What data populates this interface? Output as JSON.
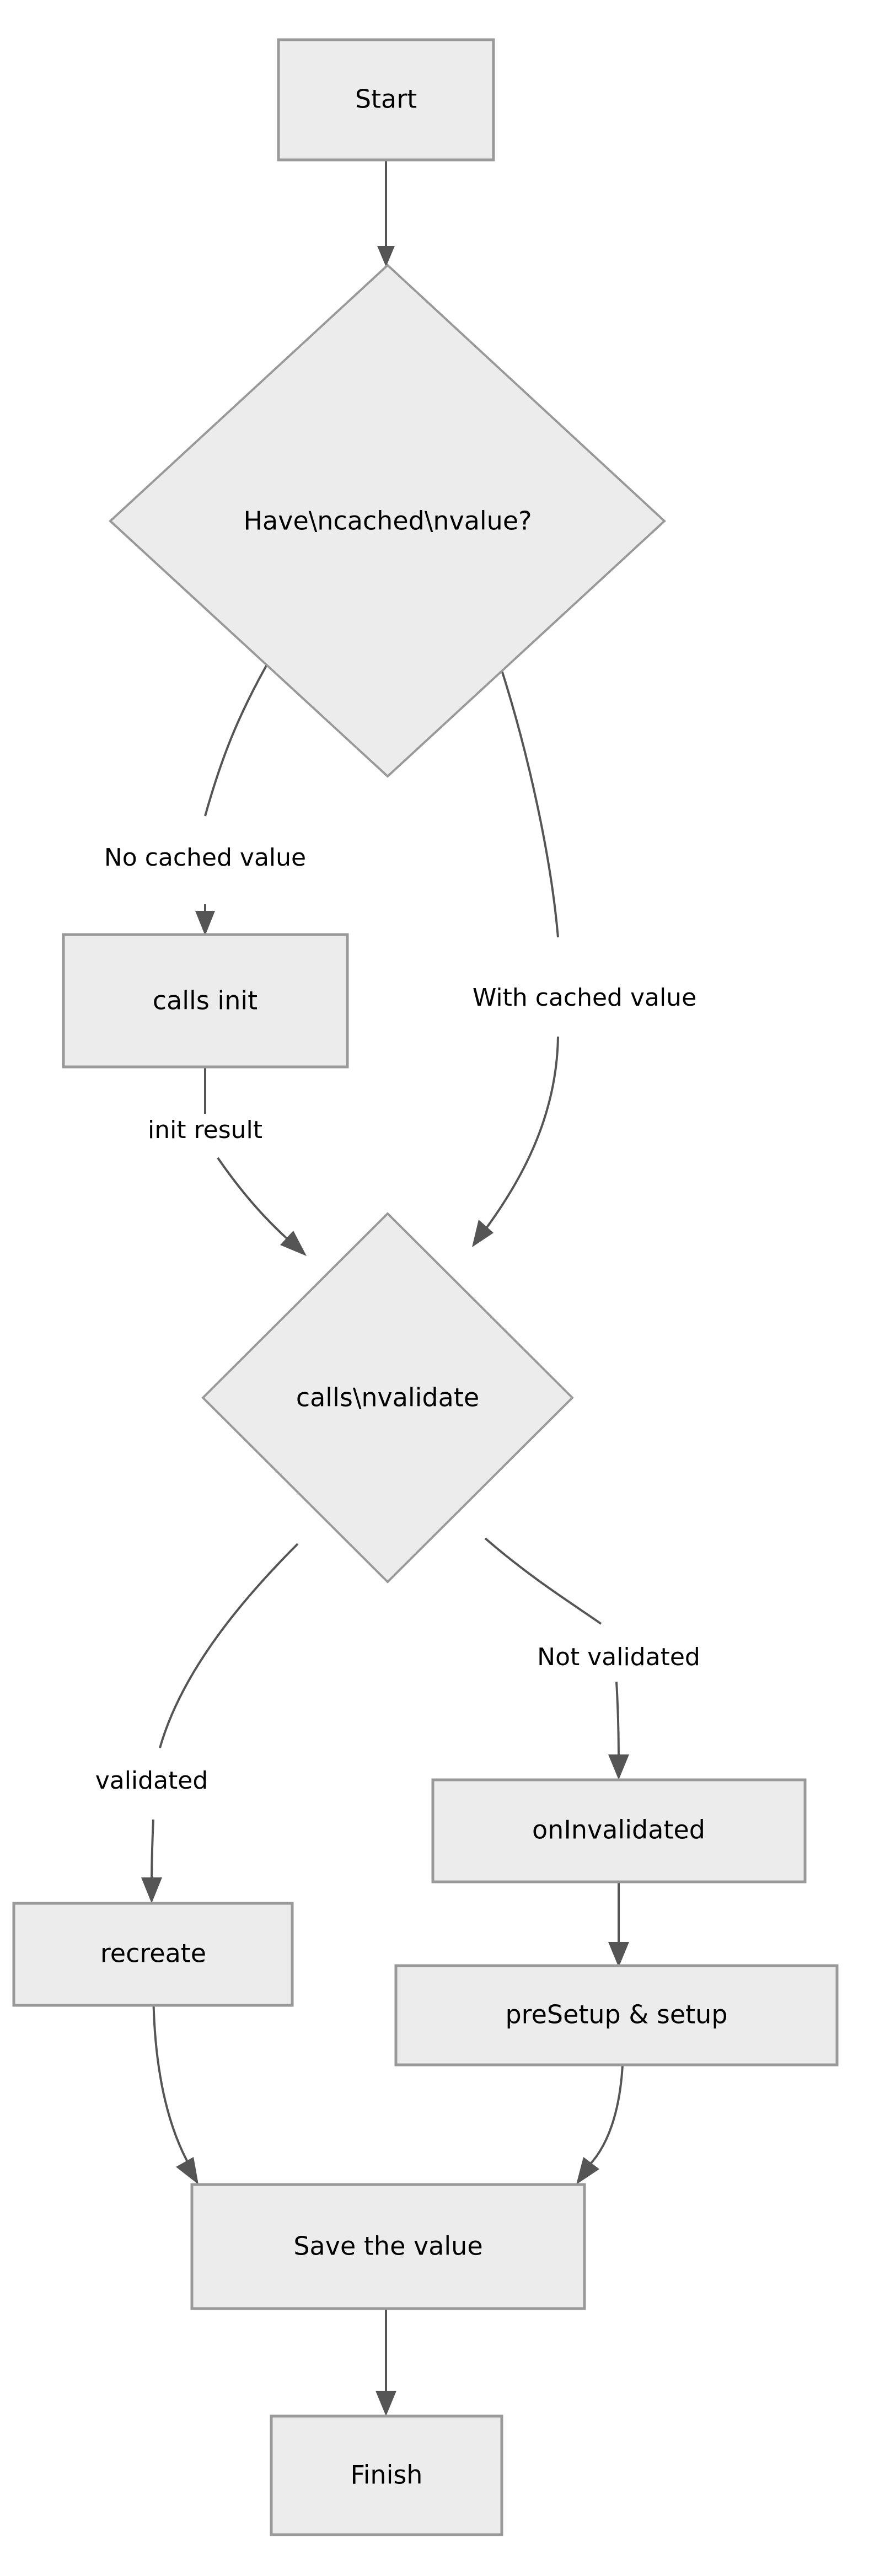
{
  "diagram": {
    "type": "flowchart",
    "orientation": "top-to-bottom",
    "background_color": "#ffffff",
    "node_fill_color": "#ececec",
    "node_border_color": "#999999",
    "edge_color": "#555555",
    "text_color": "#000000",
    "nodes": [
      {
        "id": "start",
        "label": "Start",
        "shape": "rectangle"
      },
      {
        "id": "have_cached",
        "label": "Have\\ncached\\nvalue?",
        "shape": "diamond"
      },
      {
        "id": "calls_init",
        "label": "calls init",
        "shape": "rectangle"
      },
      {
        "id": "calls_validate",
        "label": "calls\\nvalidate",
        "shape": "diamond"
      },
      {
        "id": "on_invalidated",
        "label": "onInvalidated",
        "shape": "rectangle"
      },
      {
        "id": "recreate",
        "label": "recreate",
        "shape": "rectangle"
      },
      {
        "id": "presetup",
        "label": "preSetup & setup",
        "shape": "rectangle"
      },
      {
        "id": "save_value",
        "label": "Save the value",
        "shape": "rectangle"
      },
      {
        "id": "finish",
        "label": "Finish",
        "shape": "rectangle"
      }
    ],
    "edges": [
      {
        "id": "e1",
        "from": "start",
        "to": "have_cached",
        "label": ""
      },
      {
        "id": "e2",
        "from": "have_cached",
        "to": "calls_init",
        "label": "No cached value"
      },
      {
        "id": "e3",
        "from": "have_cached",
        "to": "calls_validate",
        "label": "With cached value"
      },
      {
        "id": "e4",
        "from": "calls_init",
        "to": "calls_validate",
        "label": "init result"
      },
      {
        "id": "e5",
        "from": "calls_validate",
        "to": "recreate",
        "label": "validated"
      },
      {
        "id": "e6",
        "from": "calls_validate",
        "to": "on_invalidated",
        "label": "Not validated"
      },
      {
        "id": "e7",
        "from": "on_invalidated",
        "to": "presetup",
        "label": ""
      },
      {
        "id": "e8",
        "from": "recreate",
        "to": "save_value",
        "label": ""
      },
      {
        "id": "e9",
        "from": "presetup",
        "to": "save_value",
        "label": ""
      },
      {
        "id": "e10",
        "from": "save_value",
        "to": "finish",
        "label": ""
      }
    ]
  }
}
